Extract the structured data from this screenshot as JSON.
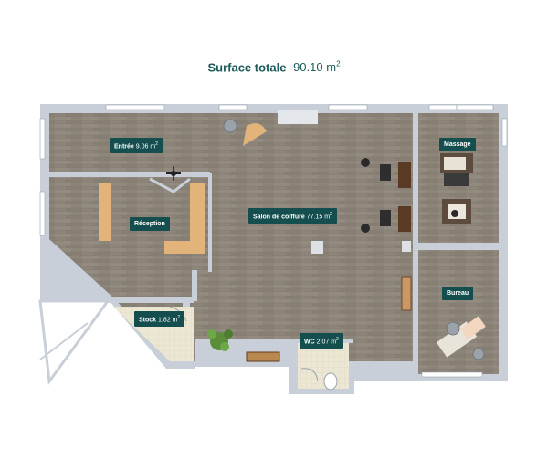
{
  "header": {
    "title": "Surface totale",
    "area_value": "90.10 m",
    "area_exp": "2"
  },
  "rooms": [
    {
      "id": "entree",
      "name": "Entrée",
      "area": "9.06 m",
      "exp": "2"
    },
    {
      "id": "reception",
      "name": "Réception",
      "area": "",
      "exp": ""
    },
    {
      "id": "salon",
      "name": "Salon de coiffure",
      "area": "77.15 m",
      "exp": "2"
    },
    {
      "id": "massage",
      "name": "Massage",
      "area": "",
      "exp": ""
    },
    {
      "id": "bureau",
      "name": "Bureau",
      "area": "",
      "exp": ""
    },
    {
      "id": "stock",
      "name": "Stock",
      "area": "1.82 m",
      "exp": "2"
    },
    {
      "id": "wc",
      "name": "WC",
      "area": "2.07 m",
      "exp": "2"
    }
  ],
  "colors": {
    "wall": "#c9cfd8",
    "floor": "#8f877c",
    "tile": "#e8e3cf",
    "label_bg": "#154e4e",
    "title": "#1c5a5a",
    "counter": "#e2b47a"
  }
}
